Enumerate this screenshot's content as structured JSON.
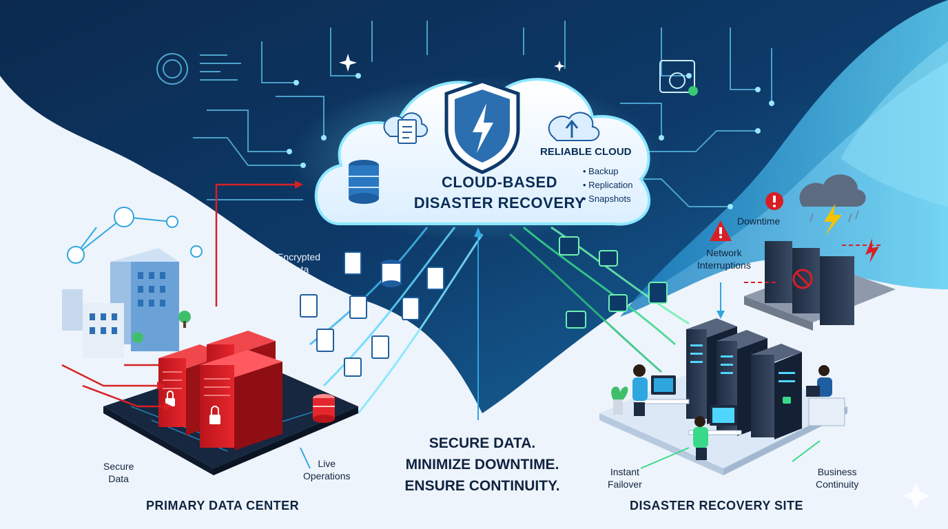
{
  "cloud": {
    "title_line1": "CLOUD-BASED",
    "title_line2": "DISASTER RECOVERY",
    "reliable_label": "RELIABLE CLOUD",
    "features": [
      "Backup",
      "Replication",
      "Snapshots"
    ]
  },
  "flow": {
    "encrypted_line1": "Encrypted",
    "encrypted_line2": "Data"
  },
  "primary": {
    "title": "PRIMARY DATA CENTER",
    "secure_line1": "Secure",
    "secure_line2": "Data",
    "live_line1": "Live",
    "live_line2": "Operations"
  },
  "tagline": {
    "line1": "SECURE DATA.",
    "line2": "MINIMIZE DOWNTIME.",
    "line3": "ENSURE CONTINUITY."
  },
  "dr": {
    "title": "DISASTER RECOVERY SITE",
    "downtime": "Downtime",
    "network_line1": "Network",
    "network_line2": "Interruptions",
    "failover_line1": "Instant",
    "failover_line2": "Failover",
    "continuity_line1": "Business",
    "continuity_line2": "Continuity"
  },
  "colors": {
    "navy": "#0b2545",
    "cyan": "#4fd6ff",
    "red": "#d81f26",
    "green": "#39d98a",
    "sky": "#2ea6e0"
  },
  "icons": [
    "shield-lightning-icon",
    "database-icon",
    "document-icon",
    "upload-cloud-icon",
    "globe-icon",
    "storm-cloud-icon",
    "warning-icon",
    "lock-icon"
  ]
}
